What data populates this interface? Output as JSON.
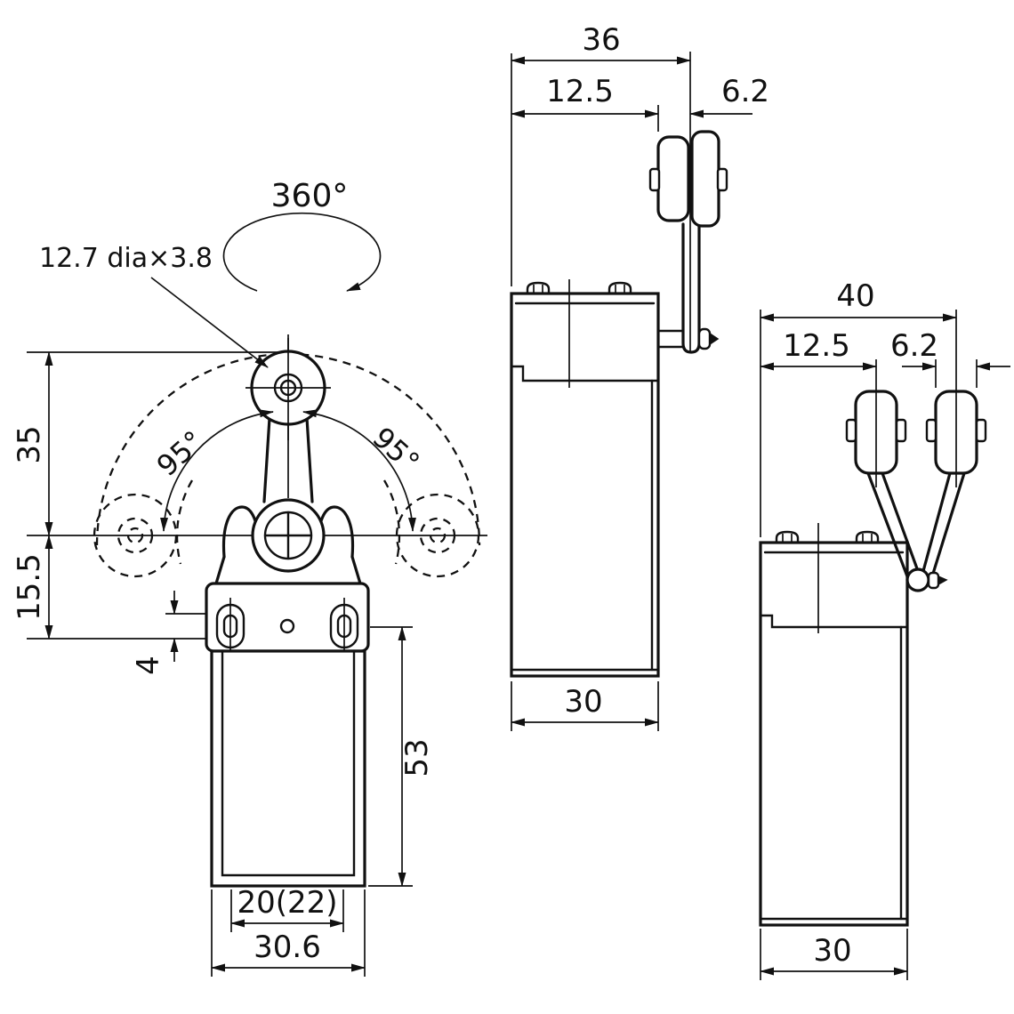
{
  "drawing": {
    "front_view": {
      "rotation": "360°",
      "roller_spec": "12.7 dia×3.8",
      "swing_left": "95°",
      "swing_right": "95°",
      "dim_lever_radius": "35",
      "dim_pivot_offset": "15.5",
      "dim_slot_offset": "4",
      "dim_body_height": "53",
      "dim_mount_spacing": "20(22)",
      "dim_body_width": "30.6"
    },
    "side_view_roller_lever": {
      "dim_overall_depth": "36",
      "dim_lever_offset": "12.5",
      "dim_roller_width": "6.2",
      "dim_body_depth": "30"
    },
    "side_view_fork_lever": {
      "dim_overall_depth": "40",
      "dim_lever_offset": "12.5",
      "dim_roller_width": "6.2",
      "dim_body_depth": "30"
    }
  }
}
